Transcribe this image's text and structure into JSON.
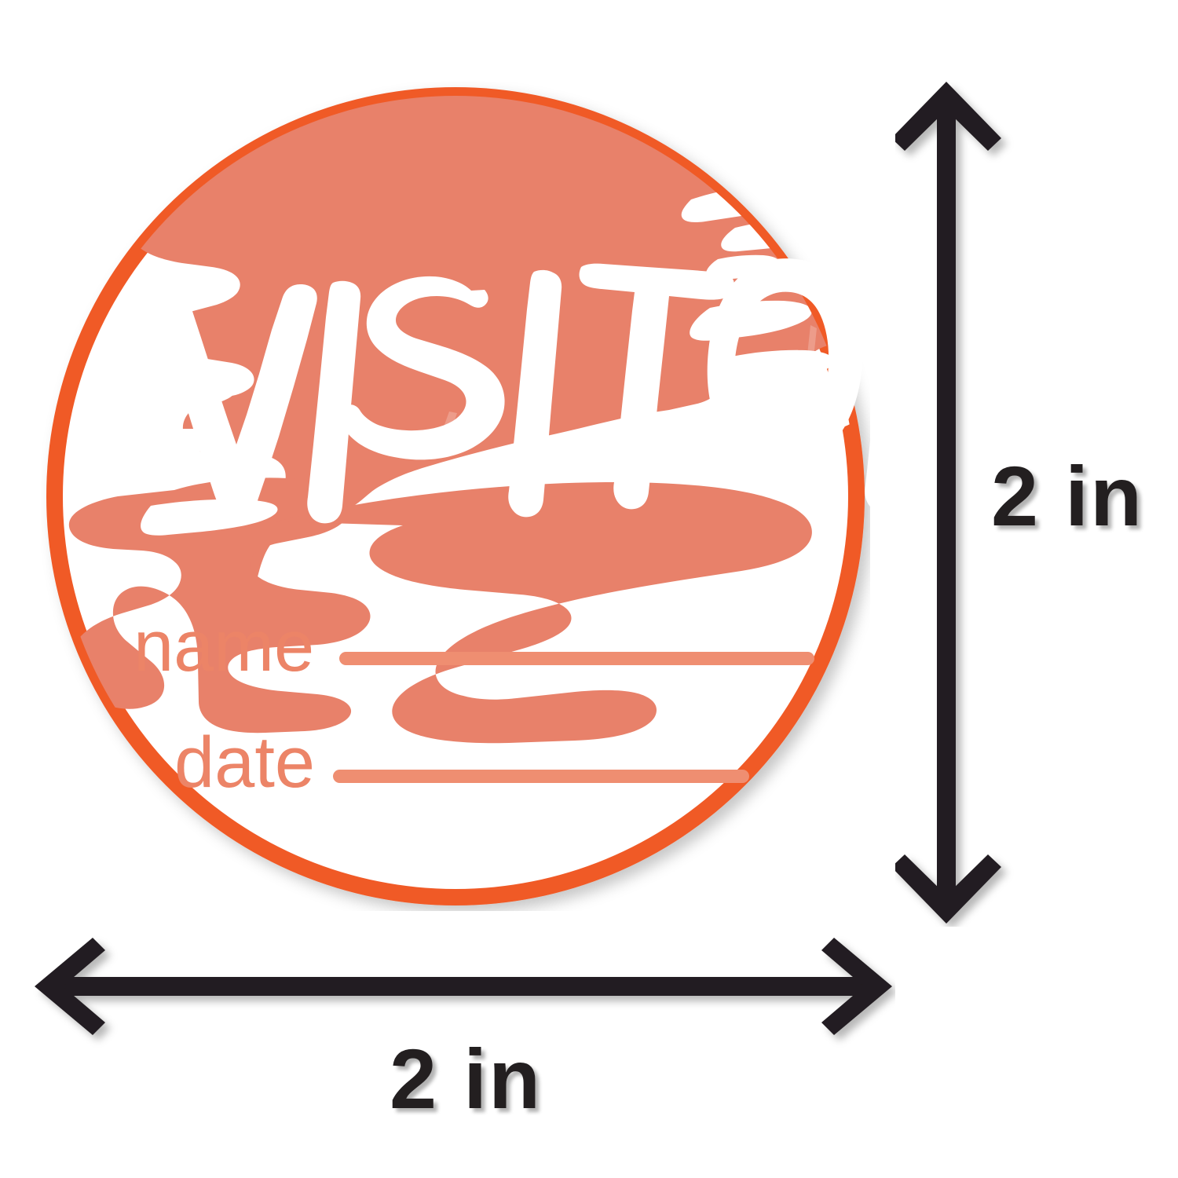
{
  "page": {
    "background_color": "#ffffff",
    "subject": "visitor-badge-sticker-with-dimension-callouts"
  },
  "sticker": {
    "shape": "circle",
    "ring_color": "#f05a28",
    "fill_color": "#ffffff",
    "brush_color": "#e8816a",
    "title": "VISITOR",
    "title_color": "#ffffff",
    "fields": [
      {
        "label": "name",
        "value": "",
        "line_color": "#ef8e71"
      },
      {
        "label": "date",
        "value": "",
        "line_color": "#ef8e71"
      }
    ],
    "label_color": "#ec8467"
  },
  "dimensions": {
    "height_label": "2 in",
    "width_label": "2 in",
    "arrow_color": "#231f20",
    "text_color": "#231f20",
    "vertical_arrow_icon": "double-headed-up-down-arrow-icon",
    "horizontal_arrow_icon": "double-headed-left-right-arrow-icon"
  }
}
